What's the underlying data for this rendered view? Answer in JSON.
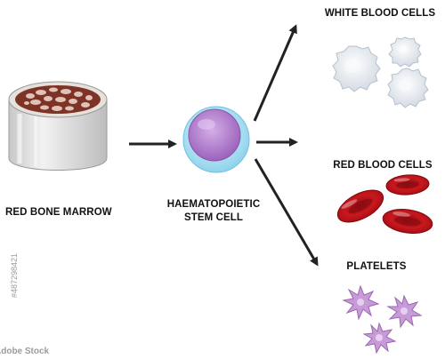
{
  "labels": {
    "bone_marrow": "RED BONE MARROW",
    "stem_cell_line1": "HAEMATOPOIETIC",
    "stem_cell_line2": "STEM CELL",
    "white_blood_cells": "WHITE BLOOD CELLS",
    "red_blood_cells": "RED BLOOD CELLS",
    "platelets": "PLATELETS"
  },
  "watermark": {
    "stock_id": "#487298421",
    "brand": "Adobe Stock"
  },
  "colors": {
    "arrow": "#222222",
    "stem_cell_outer": "#aee4f4",
    "stem_cell_inner": "#b27fcf",
    "rbc": "#c0171c",
    "wbc": "#e8edf2",
    "platelet": "#c89bd8",
    "bone": "#d9d9d9",
    "marrow": "#8a3d2c"
  },
  "icons": [
    "bone-marrow-icon",
    "stem-cell-icon",
    "white-blood-cells-icon",
    "red-blood-cells-icon",
    "platelets-icon"
  ]
}
